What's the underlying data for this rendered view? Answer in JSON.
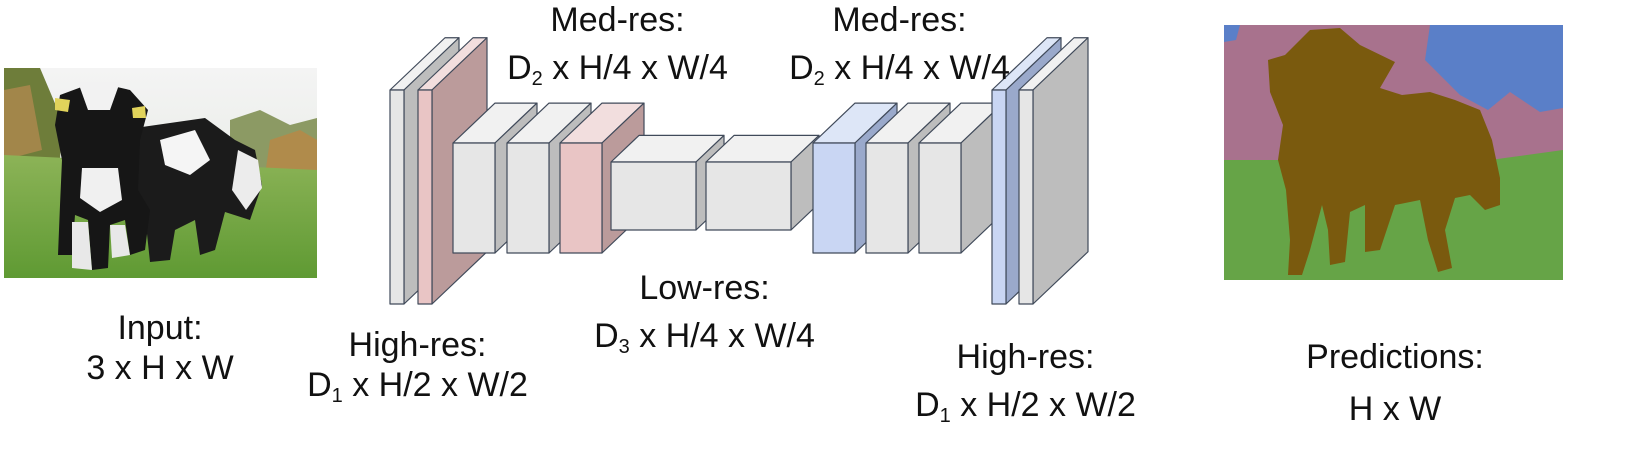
{
  "colors": {
    "gray_front": "#e6e6e6",
    "gray_top": "#f1f1f1",
    "gray_side": "#bdbdbd",
    "pink_front": "#e9c5c5",
    "pink_top": "#f2dede",
    "pink_side": "#bb9b9b",
    "blue_front": "#c9d6f3",
    "blue_top": "#dde6f7",
    "blue_side": "#9aa9cb",
    "edge": "#404a5a",
    "grass": "#66a447",
    "sky_pink": "#a8728d",
    "sky_blue": "#5a7fc8",
    "cow": "#7a5a0e"
  },
  "labels": {
    "input_title": "Input:",
    "input_dims": "3 x H x W",
    "high_left_title": "High-res:",
    "high_left_dims_pre": "D",
    "high_left_dims_sub": "1",
    "high_left_dims_post": " x H/2 x W/2",
    "med_left_title": "Med-res:",
    "med_left_dims_pre": "D",
    "med_left_dims_sub": "2",
    "med_left_dims_post": " x H/4 x W/4",
    "low_title": "Low-res:",
    "low_dims_pre": "D",
    "low_dims_sub": "3",
    "low_dims_post": " x H/4 x W/4",
    "med_right_title": "Med-res:",
    "med_right_dims_pre": "D",
    "med_right_dims_sub": "2",
    "med_right_dims_post": " x H/4 x W/4",
    "high_right_title": "High-res:",
    "high_right_dims_pre": "D",
    "high_right_dims_sub": "1",
    "high_right_dims_post": " x H/2 x W/2",
    "pred_title": "Predictions:",
    "pred_dims": "H x W"
  },
  "icons": {
    "input_image": "cow-photo-icon",
    "prediction_image": "segmentation-map-icon"
  }
}
